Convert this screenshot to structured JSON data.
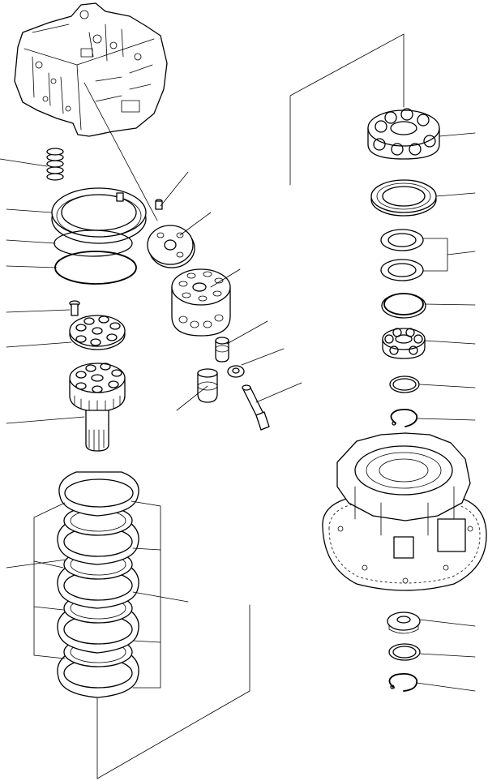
{
  "diagram": {
    "parts": [
      {
        "id": "motor-housing",
        "icon": "valve-body-icon"
      },
      {
        "id": "spring",
        "icon": "spring-icon"
      },
      {
        "id": "ring-gear",
        "icon": "ring-gear-icon"
      },
      {
        "id": "snap-ring",
        "icon": "ring-icon"
      },
      {
        "id": "o-ring",
        "icon": "ring-icon"
      },
      {
        "id": "bolt",
        "icon": "bolt-icon"
      },
      {
        "id": "planet-carrier-plate",
        "icon": "plate-icon"
      },
      {
        "id": "sun-gear-shaft",
        "icon": "gear-shaft-icon"
      },
      {
        "id": "dowel-pin",
        "icon": "pin-icon"
      },
      {
        "id": "valve-plate",
        "icon": "plate-icon"
      },
      {
        "id": "cylinder-block",
        "icon": "cylinder-block-icon"
      },
      {
        "id": "plunger",
        "icon": "plunger-icon"
      },
      {
        "id": "washer",
        "icon": "washer-icon"
      },
      {
        "id": "piston",
        "icon": "piston-icon"
      },
      {
        "id": "shaft-pin",
        "icon": "pin-icon"
      },
      {
        "id": "brake-disc-stack",
        "icon": "disc-stack-icon"
      },
      {
        "id": "roller-bearing",
        "icon": "bearing-icon"
      },
      {
        "id": "seal",
        "icon": "seal-icon"
      },
      {
        "id": "shim-pair",
        "icon": "ring-icon"
      },
      {
        "id": "bearing-race",
        "icon": "ring-icon"
      },
      {
        "id": "ball-bearing",
        "icon": "bearing-icon"
      },
      {
        "id": "spacer-ring",
        "icon": "ring-icon"
      },
      {
        "id": "circlip",
        "icon": "circlip-icon"
      },
      {
        "id": "case-housing",
        "icon": "housing-icon"
      },
      {
        "id": "oil-seal",
        "icon": "seal-icon"
      },
      {
        "id": "thrust-washer",
        "icon": "ring-icon"
      },
      {
        "id": "retaining-ring",
        "icon": "circlip-icon"
      }
    ]
  }
}
